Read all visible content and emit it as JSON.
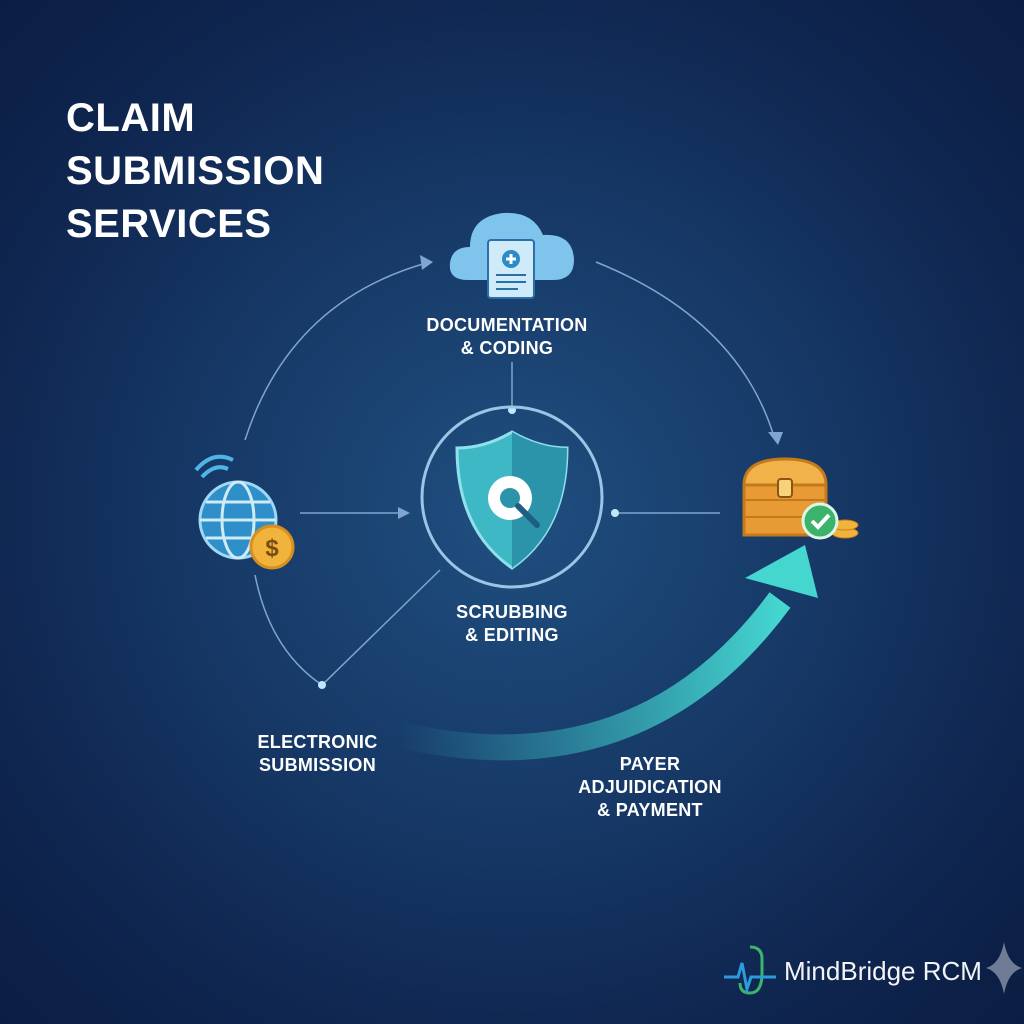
{
  "title": {
    "line1": "CLAIM",
    "line2": "SUBMISSION",
    "line3": "SERVICES"
  },
  "steps": {
    "documentation": {
      "line1": "DOCUMENTATION",
      "line2": "& CODING",
      "icon": "cloud-document-icon"
    },
    "scrubbing": {
      "line1": "SCRUBBING",
      "line2": "& EDITING",
      "icon": "shield-gear-icon"
    },
    "electronic": {
      "line1": "ELECTRONIC",
      "line2": "SUBMISSION",
      "icon": "globe-dollar-icon"
    },
    "payer": {
      "line1": "PAYER",
      "line2": "ADJUIDICATION",
      "line3": "& PAYMENT",
      "icon": "treasure-chest-icon"
    }
  },
  "brand": {
    "name": "MindBridge RCM"
  },
  "colors": {
    "accent": "#3cc6c9",
    "background": "#173a68",
    "gold": "#f0b43c"
  }
}
